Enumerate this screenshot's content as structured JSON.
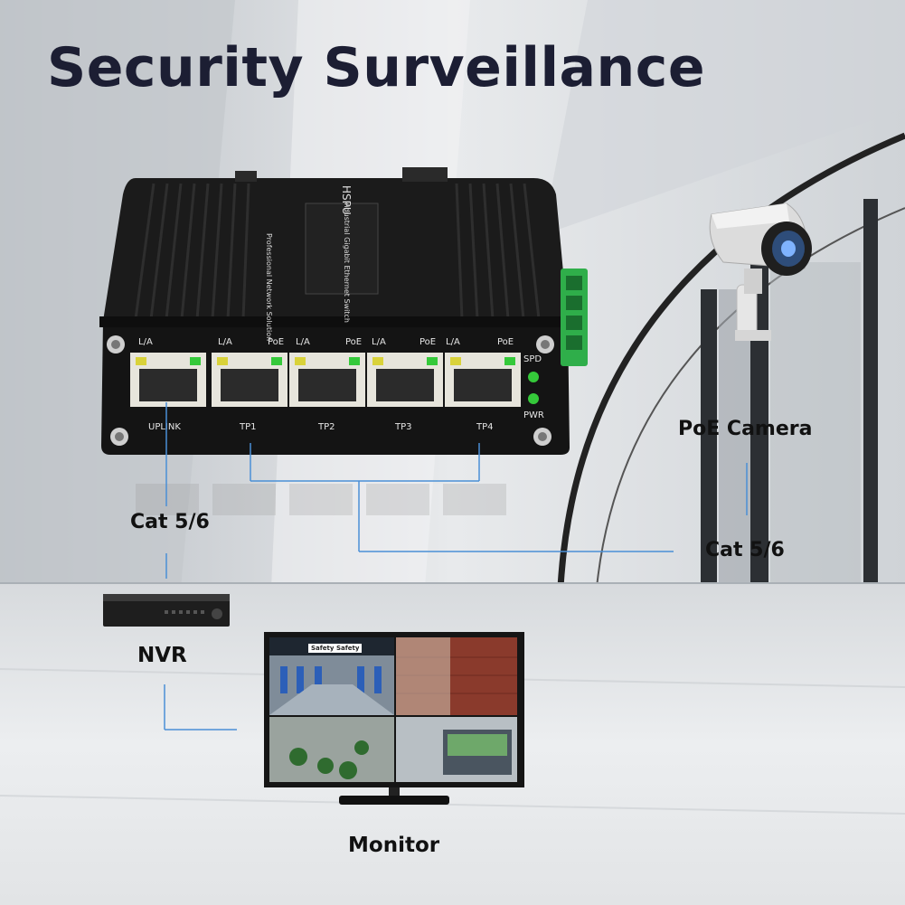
{
  "title": "Security Surveillance",
  "device": {
    "brand": "HSPU",
    "product_line": "Industrial Gigabit Ethernet Switch",
    "tagline": "Professional Network Solution",
    "ports": [
      {
        "top_left": "L/A",
        "top_right": "",
        "bottom": "UPLINK"
      },
      {
        "top_left": "L/A",
        "top_right": "PoE",
        "bottom": "TP1"
      },
      {
        "top_left": "L/A",
        "top_right": "PoE",
        "bottom": "TP2"
      },
      {
        "top_left": "L/A",
        "top_right": "PoE",
        "bottom": "TP3"
      },
      {
        "top_left": "L/A",
        "top_right": "PoE",
        "bottom": "TP4"
      }
    ],
    "indicators": [
      "SPD",
      "PWR"
    ]
  },
  "labels": {
    "cable_left": "Cat 5/6",
    "cable_right": "Cat 5/6",
    "camera": "PoE Camera",
    "nvr": "NVR",
    "monitor": "Monitor"
  },
  "screen": {
    "tag_a": "Safety",
    "tag_b": "Safety"
  },
  "colors": {
    "title": "#1c1e33",
    "connector": "#4a8fd6",
    "switch_body": "#151515",
    "led_green": "#35c93a",
    "led_yellow": "#d9d23a",
    "terminal": "#2fae4a"
  }
}
